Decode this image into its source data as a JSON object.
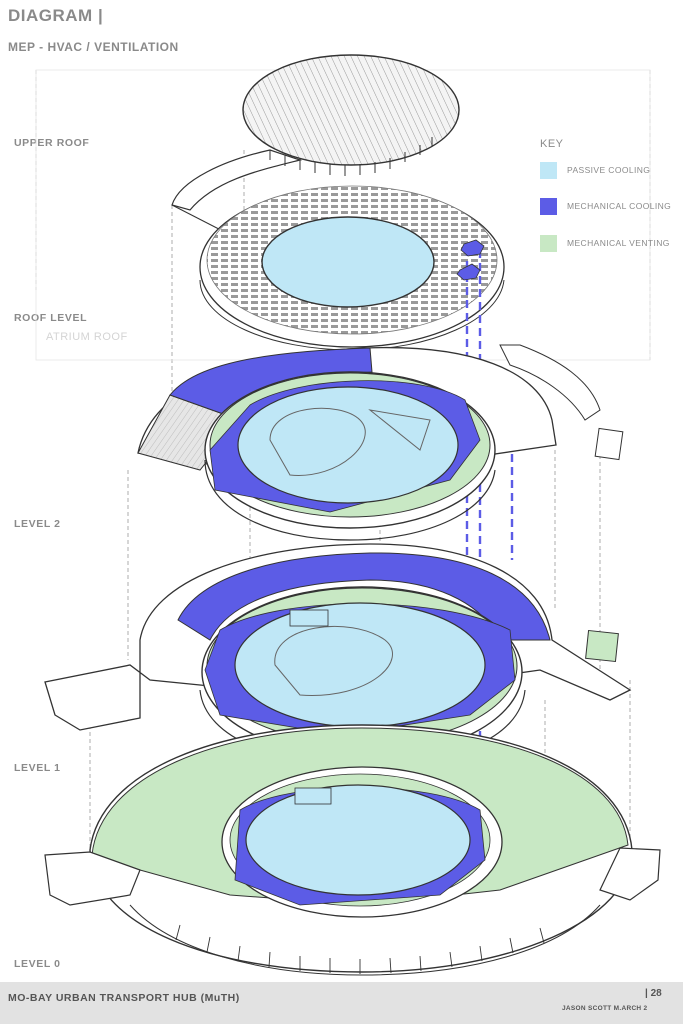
{
  "header": {
    "title": "DIAGRAM |",
    "subtitle": "MEP - HVAC / VENTILATION"
  },
  "levels": {
    "upper_roof": "UPPER ROOF",
    "roof_level": "ROOF LEVEL",
    "roof_sublabel": "ATRIUM ROOF",
    "level_2": "LEVEL 2",
    "level_1": "LEVEL 1",
    "level_0": "LEVEL 0"
  },
  "key": {
    "title": "KEY",
    "items": [
      {
        "label": "PASSIVE COOLING",
        "color": "#bfe7f6"
      },
      {
        "label": "MECHANICAL COOLING",
        "color": "#5c5ce6"
      },
      {
        "label": "MECHANICAL VENTING",
        "color": "#c8e8c4"
      }
    ]
  },
  "colors": {
    "passive_cooling": "#bfe7f6",
    "mechanical_cooling": "#5c5ce6",
    "mechanical_venting": "#c8e8c4",
    "linework": "#333333",
    "guides": "#9a9a9a"
  },
  "footer": {
    "project": "MO-BAY URBAN TRANSPORT HUB (MuTH)",
    "page": "| 28",
    "author": "JASON SCOTT M.ARCH 2"
  }
}
